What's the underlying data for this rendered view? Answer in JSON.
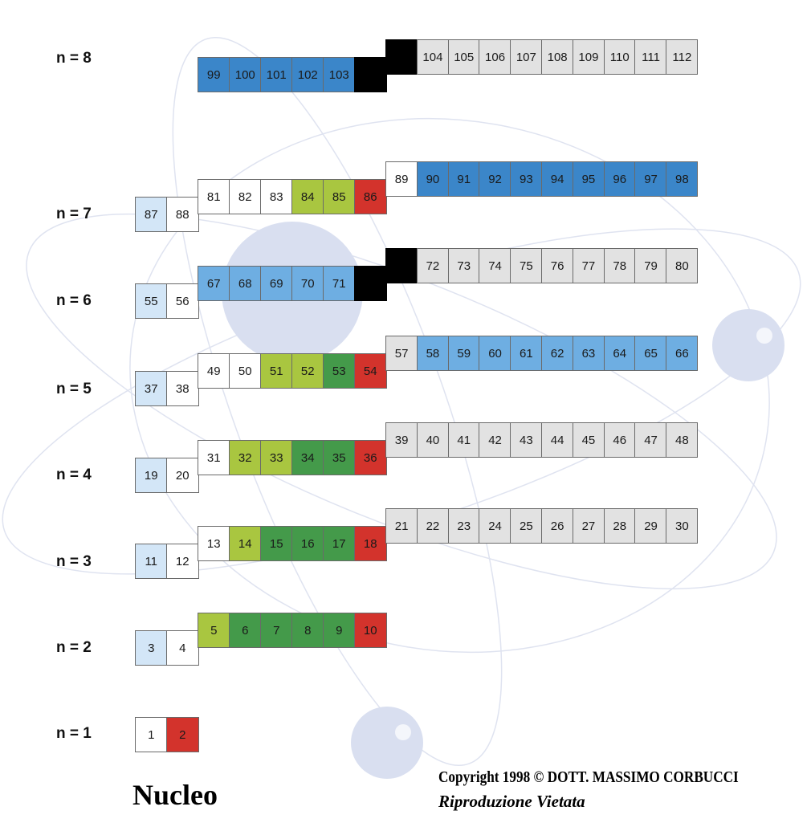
{
  "palette": {
    "s": "#d3e6f7",
    "w": "#ffffff",
    "g": "#e2e2e2",
    "yg": "#a9c640",
    "dg": "#449a4a",
    "r": "#d3332c",
    "b": "#3b86c9",
    "m": "#6eaee2",
    "k": "#000000"
  },
  "rows": [
    {
      "label": "n = 8",
      "left": [],
      "middle": [
        [
          "99",
          "b"
        ],
        [
          "100",
          "b"
        ],
        [
          "101",
          "b"
        ],
        [
          "102",
          "b"
        ],
        [
          "103",
          "b"
        ],
        [
          "",
          "k"
        ]
      ],
      "right": [
        [
          "",
          "k"
        ],
        [
          "104",
          "g"
        ],
        [
          "105",
          "g"
        ],
        [
          "106",
          "g"
        ],
        [
          "107",
          "g"
        ],
        [
          "108",
          "g"
        ],
        [
          "109",
          "g"
        ],
        [
          "110",
          "g"
        ],
        [
          "111",
          "g"
        ],
        [
          "112",
          "g"
        ]
      ]
    },
    {
      "label": "n = 7",
      "left": [
        [
          "87",
          "s"
        ],
        [
          "88",
          "w"
        ]
      ],
      "middle": [
        [
          "81",
          "w"
        ],
        [
          "82",
          "w"
        ],
        [
          "83",
          "w"
        ],
        [
          "84",
          "yg"
        ],
        [
          "85",
          "yg"
        ],
        [
          "86",
          "r"
        ]
      ],
      "right": [
        [
          "89",
          "w"
        ],
        [
          "90",
          "b"
        ],
        [
          "91",
          "b"
        ],
        [
          "92",
          "b"
        ],
        [
          "93",
          "b"
        ],
        [
          "94",
          "b"
        ],
        [
          "95",
          "b"
        ],
        [
          "96",
          "b"
        ],
        [
          "97",
          "b"
        ],
        [
          "98",
          "b"
        ]
      ]
    },
    {
      "label": "n = 6",
      "left": [
        [
          "55",
          "s"
        ],
        [
          "56",
          "w"
        ]
      ],
      "middle": [
        [
          "67",
          "m"
        ],
        [
          "68",
          "m"
        ],
        [
          "69",
          "m"
        ],
        [
          "70",
          "m"
        ],
        [
          "71",
          "m"
        ],
        [
          "",
          "k"
        ]
      ],
      "right": [
        [
          "",
          "k"
        ],
        [
          "72",
          "g"
        ],
        [
          "73",
          "g"
        ],
        [
          "74",
          "g"
        ],
        [
          "75",
          "g"
        ],
        [
          "76",
          "g"
        ],
        [
          "77",
          "g"
        ],
        [
          "78",
          "g"
        ],
        [
          "79",
          "g"
        ],
        [
          "80",
          "g"
        ]
      ]
    },
    {
      "label": "n = 5",
      "left": [
        [
          "37",
          "s"
        ],
        [
          "38",
          "w"
        ]
      ],
      "middle": [
        [
          "49",
          "w"
        ],
        [
          "50",
          "w"
        ],
        [
          "51",
          "yg"
        ],
        [
          "52",
          "yg"
        ],
        [
          "53",
          "dg"
        ],
        [
          "54",
          "r"
        ]
      ],
      "right": [
        [
          "57",
          "g"
        ],
        [
          "58",
          "m"
        ],
        [
          "59",
          "m"
        ],
        [
          "60",
          "m"
        ],
        [
          "61",
          "m"
        ],
        [
          "62",
          "m"
        ],
        [
          "63",
          "m"
        ],
        [
          "64",
          "m"
        ],
        [
          "65",
          "m"
        ],
        [
          "66",
          "m"
        ]
      ]
    },
    {
      "label": "n = 4",
      "left": [
        [
          "19",
          "s"
        ],
        [
          "20",
          "w"
        ]
      ],
      "middle": [
        [
          "31",
          "w"
        ],
        [
          "32",
          "yg"
        ],
        [
          "33",
          "yg"
        ],
        [
          "34",
          "dg"
        ],
        [
          "35",
          "dg"
        ],
        [
          "36",
          "r"
        ]
      ],
      "right": [
        [
          "39",
          "g"
        ],
        [
          "40",
          "g"
        ],
        [
          "41",
          "g"
        ],
        [
          "42",
          "g"
        ],
        [
          "43",
          "g"
        ],
        [
          "44",
          "g"
        ],
        [
          "45",
          "g"
        ],
        [
          "46",
          "g"
        ],
        [
          "47",
          "g"
        ],
        [
          "48",
          "g"
        ]
      ]
    },
    {
      "label": "n = 3",
      "left": [
        [
          "11",
          "s"
        ],
        [
          "12",
          "w"
        ]
      ],
      "middle": [
        [
          "13",
          "w"
        ],
        [
          "14",
          "yg"
        ],
        [
          "15",
          "dg"
        ],
        [
          "16",
          "dg"
        ],
        [
          "17",
          "dg"
        ],
        [
          "18",
          "r"
        ]
      ],
      "right": [
        [
          "21",
          "g"
        ],
        [
          "22",
          "g"
        ],
        [
          "23",
          "g"
        ],
        [
          "24",
          "g"
        ],
        [
          "25",
          "g"
        ],
        [
          "26",
          "g"
        ],
        [
          "27",
          "g"
        ],
        [
          "28",
          "g"
        ],
        [
          "29",
          "g"
        ],
        [
          "30",
          "g"
        ]
      ]
    },
    {
      "label": "n = 2",
      "left": [
        [
          "3",
          "s"
        ],
        [
          "4",
          "w"
        ]
      ],
      "middle": [
        [
          "5",
          "yg"
        ],
        [
          "6",
          "dg"
        ],
        [
          "7",
          "dg"
        ],
        [
          "8",
          "dg"
        ],
        [
          "9",
          "dg"
        ],
        [
          "10",
          "r"
        ]
      ],
      "right": []
    },
    {
      "label": "n = 1",
      "left": [
        [
          "1",
          "w"
        ],
        [
          "2",
          "r"
        ]
      ],
      "middle": [],
      "right": []
    }
  ],
  "footer": {
    "title": "Nucleo",
    "copyright": "Copyright 1998 © DOTT. MASSIMO CORBUCCI",
    "notice": "Riproduzione Vietata"
  }
}
